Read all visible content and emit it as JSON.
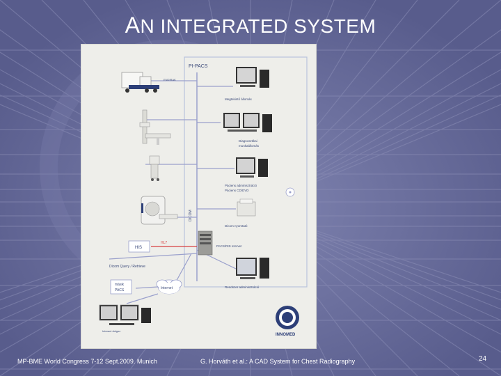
{
  "title": {
    "first_letter": "A",
    "rest": "N INTEGRATED SYSTEM"
  },
  "diagram": {
    "label_pipacs": "PI-PACS",
    "label_dicom_vertical": "DICOM",
    "label_hl7": "HL7",
    "label_his": "HIS",
    "label_dicom_query": "Dicom Query / Retrieve",
    "label_masik_pacs_1": "másik",
    "label_masik_pacs_2": "PACS",
    "label_internet": "Internet",
    "label_interact": "Interact dolgoz",
    "label_megtekinto": "Megtekintő állomás",
    "label_diagnosztikai_1": "Diagnosztikai",
    "label_diagnosztikai_2": "munkaállomás",
    "label_paciens_1": "Páciens adminisztráció",
    "label_paciens_2": "Páciens CD/DVD",
    "label_dicom_nyomtato": "Dicom nyomtató",
    "label_pacs_ris": "PACS/RIS szerver",
    "label_rendszer": "Rendszer adminisztráció",
    "label_innomed": "INNOMED",
    "label_endirak": "ENDIRAK"
  },
  "footer": {
    "left": "MP-BME World Congress 7-12 Sept.2009. Munich",
    "middle": "G. Horváth et al.: A CAD System for Chest Radiography",
    "page_number": "24"
  },
  "colors": {
    "background": "#5f6394",
    "grid_line": "#8a8db5",
    "network_line": "#9aa0cc",
    "red_line": "#d84040"
  }
}
